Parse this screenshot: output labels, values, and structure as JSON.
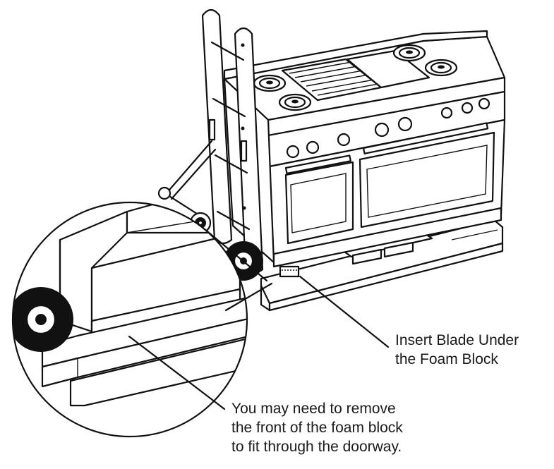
{
  "callouts": {
    "blade": {
      "line1": "Insert Blade Under",
      "line2": "the Foam Block"
    },
    "foam": {
      "line1": "You may need to remove",
      "line2": "the front of the foam block",
      "line3": "to fit through the doorway."
    }
  },
  "colors": {
    "ink": "#111111",
    "paper": "#ffffff"
  },
  "icons": [
    "hand-truck-icon",
    "range-appliance-icon",
    "pallet-icon",
    "magnifier-circle-icon"
  ]
}
